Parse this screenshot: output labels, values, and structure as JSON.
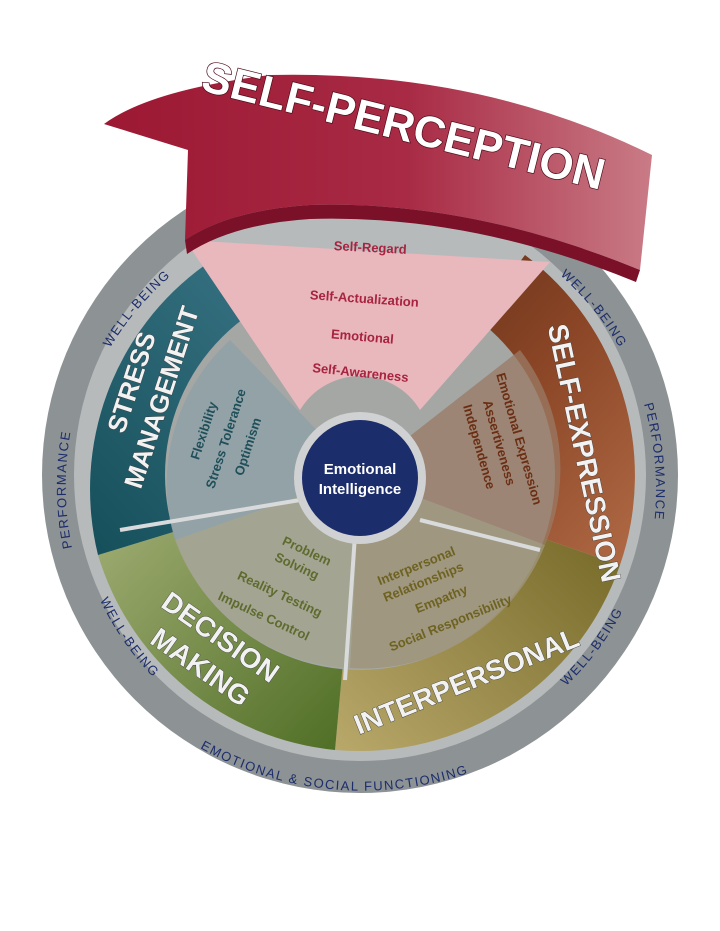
{
  "center": {
    "line1": "Emotional",
    "line2": "Intelligence"
  },
  "self_perception": {
    "title": "SELF-PERCEPTION",
    "items": [
      "Self-Regard",
      "Self-Actualization",
      "Emotional",
      "Self-Awareness"
    ]
  },
  "self_expression": {
    "title": "SELF-EXPRESSION",
    "items": [
      "Emotional Expression",
      "Assertiveness",
      "Independence"
    ]
  },
  "interpersonal": {
    "title": "INTERPERSONAL",
    "items": [
      "Interpersonal",
      "Relationships",
      "Empathy",
      "Social Responsibility"
    ]
  },
  "decision_making": {
    "title_line1": "DECISION",
    "title_line2": "MAKING",
    "items": [
      "Problem",
      "Solving",
      "Reality Testing",
      "Impulse Control"
    ]
  },
  "stress_management": {
    "title_line1": "STRESS",
    "title_line2": "MANAGEMENT",
    "items": [
      "Flexibility",
      "Stress Tolerance",
      "Optimism"
    ]
  },
  "outer_ring": {
    "well_being": "WELL-BEING",
    "performance": "PERFORMANCE",
    "functioning": "EMOTIONAL & SOCIAL FUNCTIONING"
  },
  "colors": {
    "self_perception": "#a8233f",
    "self_perception_inner": "#e9b7bb",
    "self_expression": "#7a3a1e",
    "interpersonal": "#8c7a2a",
    "decision_making": "#5e7d2f",
    "stress_management": "#1f5f6b",
    "center": "#1c2d6b",
    "outer_ring": "#8d9294"
  }
}
